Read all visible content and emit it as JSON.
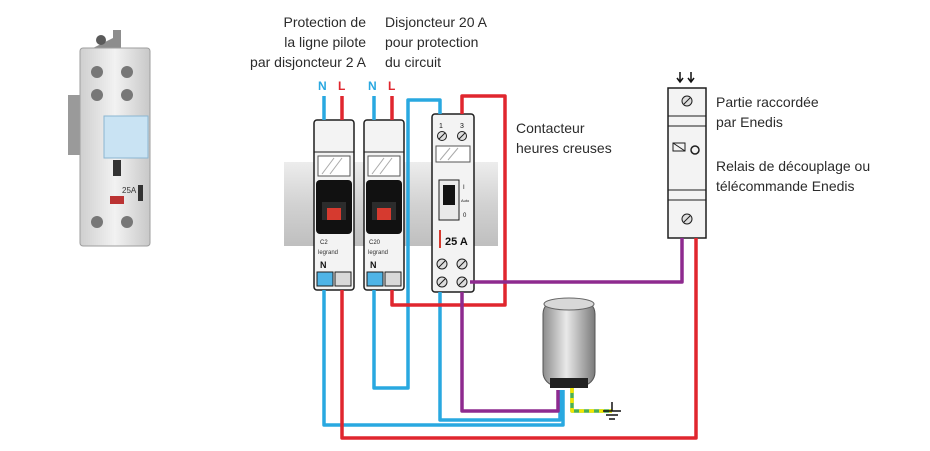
{
  "labels": {
    "pilot_protection": [
      "Protection de",
      "la ligne pilote",
      "par disjoncteur 2 A"
    ],
    "breaker_20a": [
      "Disjoncteur 20 A",
      "pour protection",
      "du circuit"
    ],
    "contactor": [
      "Contacteur",
      "heures creuses"
    ],
    "enedis_part": [
      "Partie raccordée",
      "par Enedis"
    ],
    "enedis_relay": [
      "Relais de découplage ou",
      "télécommande Enedis"
    ]
  },
  "terminals": {
    "neutral": "N",
    "live": "L"
  },
  "devices": {
    "breaker_2a_rating": "C2",
    "breaker_20a_rating": "C20",
    "contactor_rating": "25 A",
    "contactor_terminal_1": "1",
    "contactor_terminal_3": "3",
    "switch_on": "I",
    "switch_auto": "Auto",
    "switch_off": "0",
    "brand": "legrand",
    "photo_rating": "25A"
  },
  "wire_colors": {
    "neutral": "#29a8e0",
    "live": "#e0262e",
    "pilot": "#8e2a8f",
    "earth_green": "#4caf50",
    "earth_yellow": "#f2e600"
  }
}
